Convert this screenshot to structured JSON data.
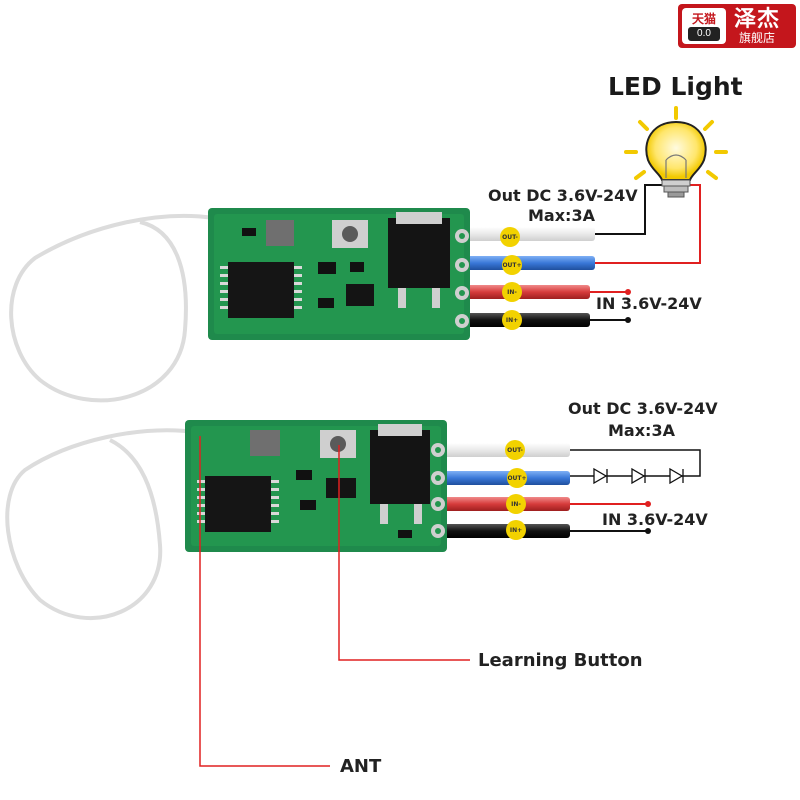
{
  "store_badge": {
    "tmall": "天猫",
    "face": "0.0",
    "brand": "泽杰",
    "sub": "旗舰店"
  },
  "top_module": {
    "title": "LED Light",
    "out_label": "Out DC 3.6V-24V",
    "max_label": "Max:3A",
    "in_label": "IN 3.6V-24V",
    "pins": [
      "OUT-",
      "OUT+",
      "IN-",
      "IN+"
    ]
  },
  "bottom_module": {
    "out_label": "Out DC 3.6V-24V",
    "max_label": "Max:3A",
    "in_label": "IN 3.6V-24V",
    "pins": [
      "OUT-",
      "OUT+",
      "IN-",
      "IN+"
    ]
  },
  "callouts": {
    "learning": "Learning Button",
    "ant": "ANT"
  },
  "colors": {
    "pcb": "#1f8a4c",
    "wire_red": "#e02020",
    "wire_blue": "#3a78d8",
    "wire_black": "#111111",
    "brand_red": "#c4161c"
  }
}
